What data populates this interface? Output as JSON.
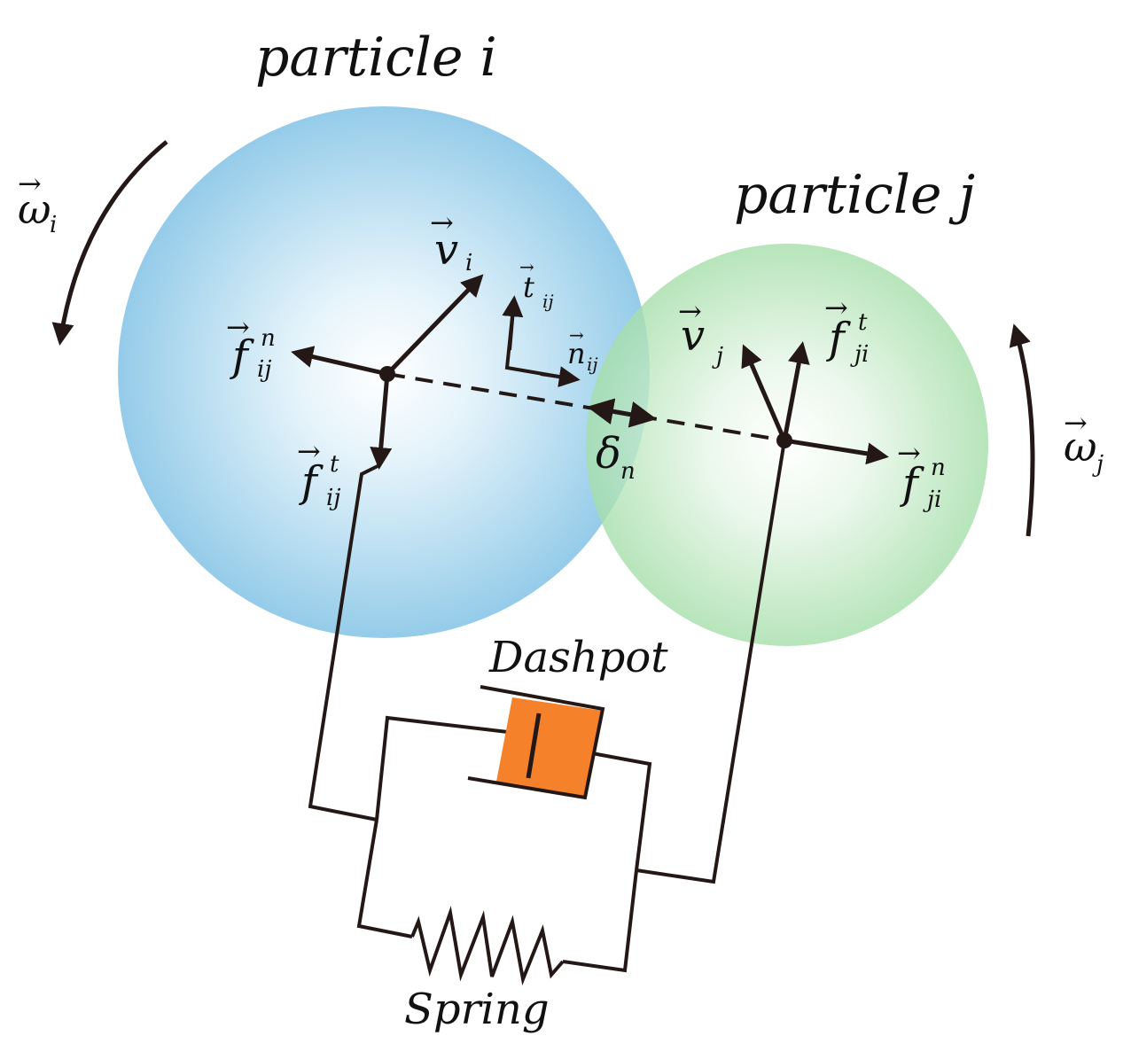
{
  "title_i": "particle i",
  "title_j": "particle j",
  "labels": {
    "omega": "ω",
    "omega_i_sub": "i",
    "omega_j_sub": "j",
    "v": "v",
    "v_i_sub": "i",
    "v_j_sub": "j",
    "f": "f",
    "f_ij_n_sup": "n",
    "f_ij_n_sub": "ij",
    "f_ij_t_sup": "t",
    "f_ij_t_sub": "ij",
    "f_ji_t_sup": "t",
    "f_ji_t_sub": "ji",
    "f_ji_n_sup": "n",
    "f_ji_n_sub": "ji",
    "t": "t",
    "t_sub": "ij",
    "n": "n",
    "n_sub": "ij",
    "delta": "δ",
    "delta_sub": "n",
    "dashpot": "Dashpot",
    "spring": "Spring",
    "arrow_glyph": "→"
  },
  "colors": {
    "particle_i": "#8fc9e8",
    "particle_j": "#a5dea9",
    "dashpot_fill": "#f5822a",
    "ink": "#231815"
  }
}
